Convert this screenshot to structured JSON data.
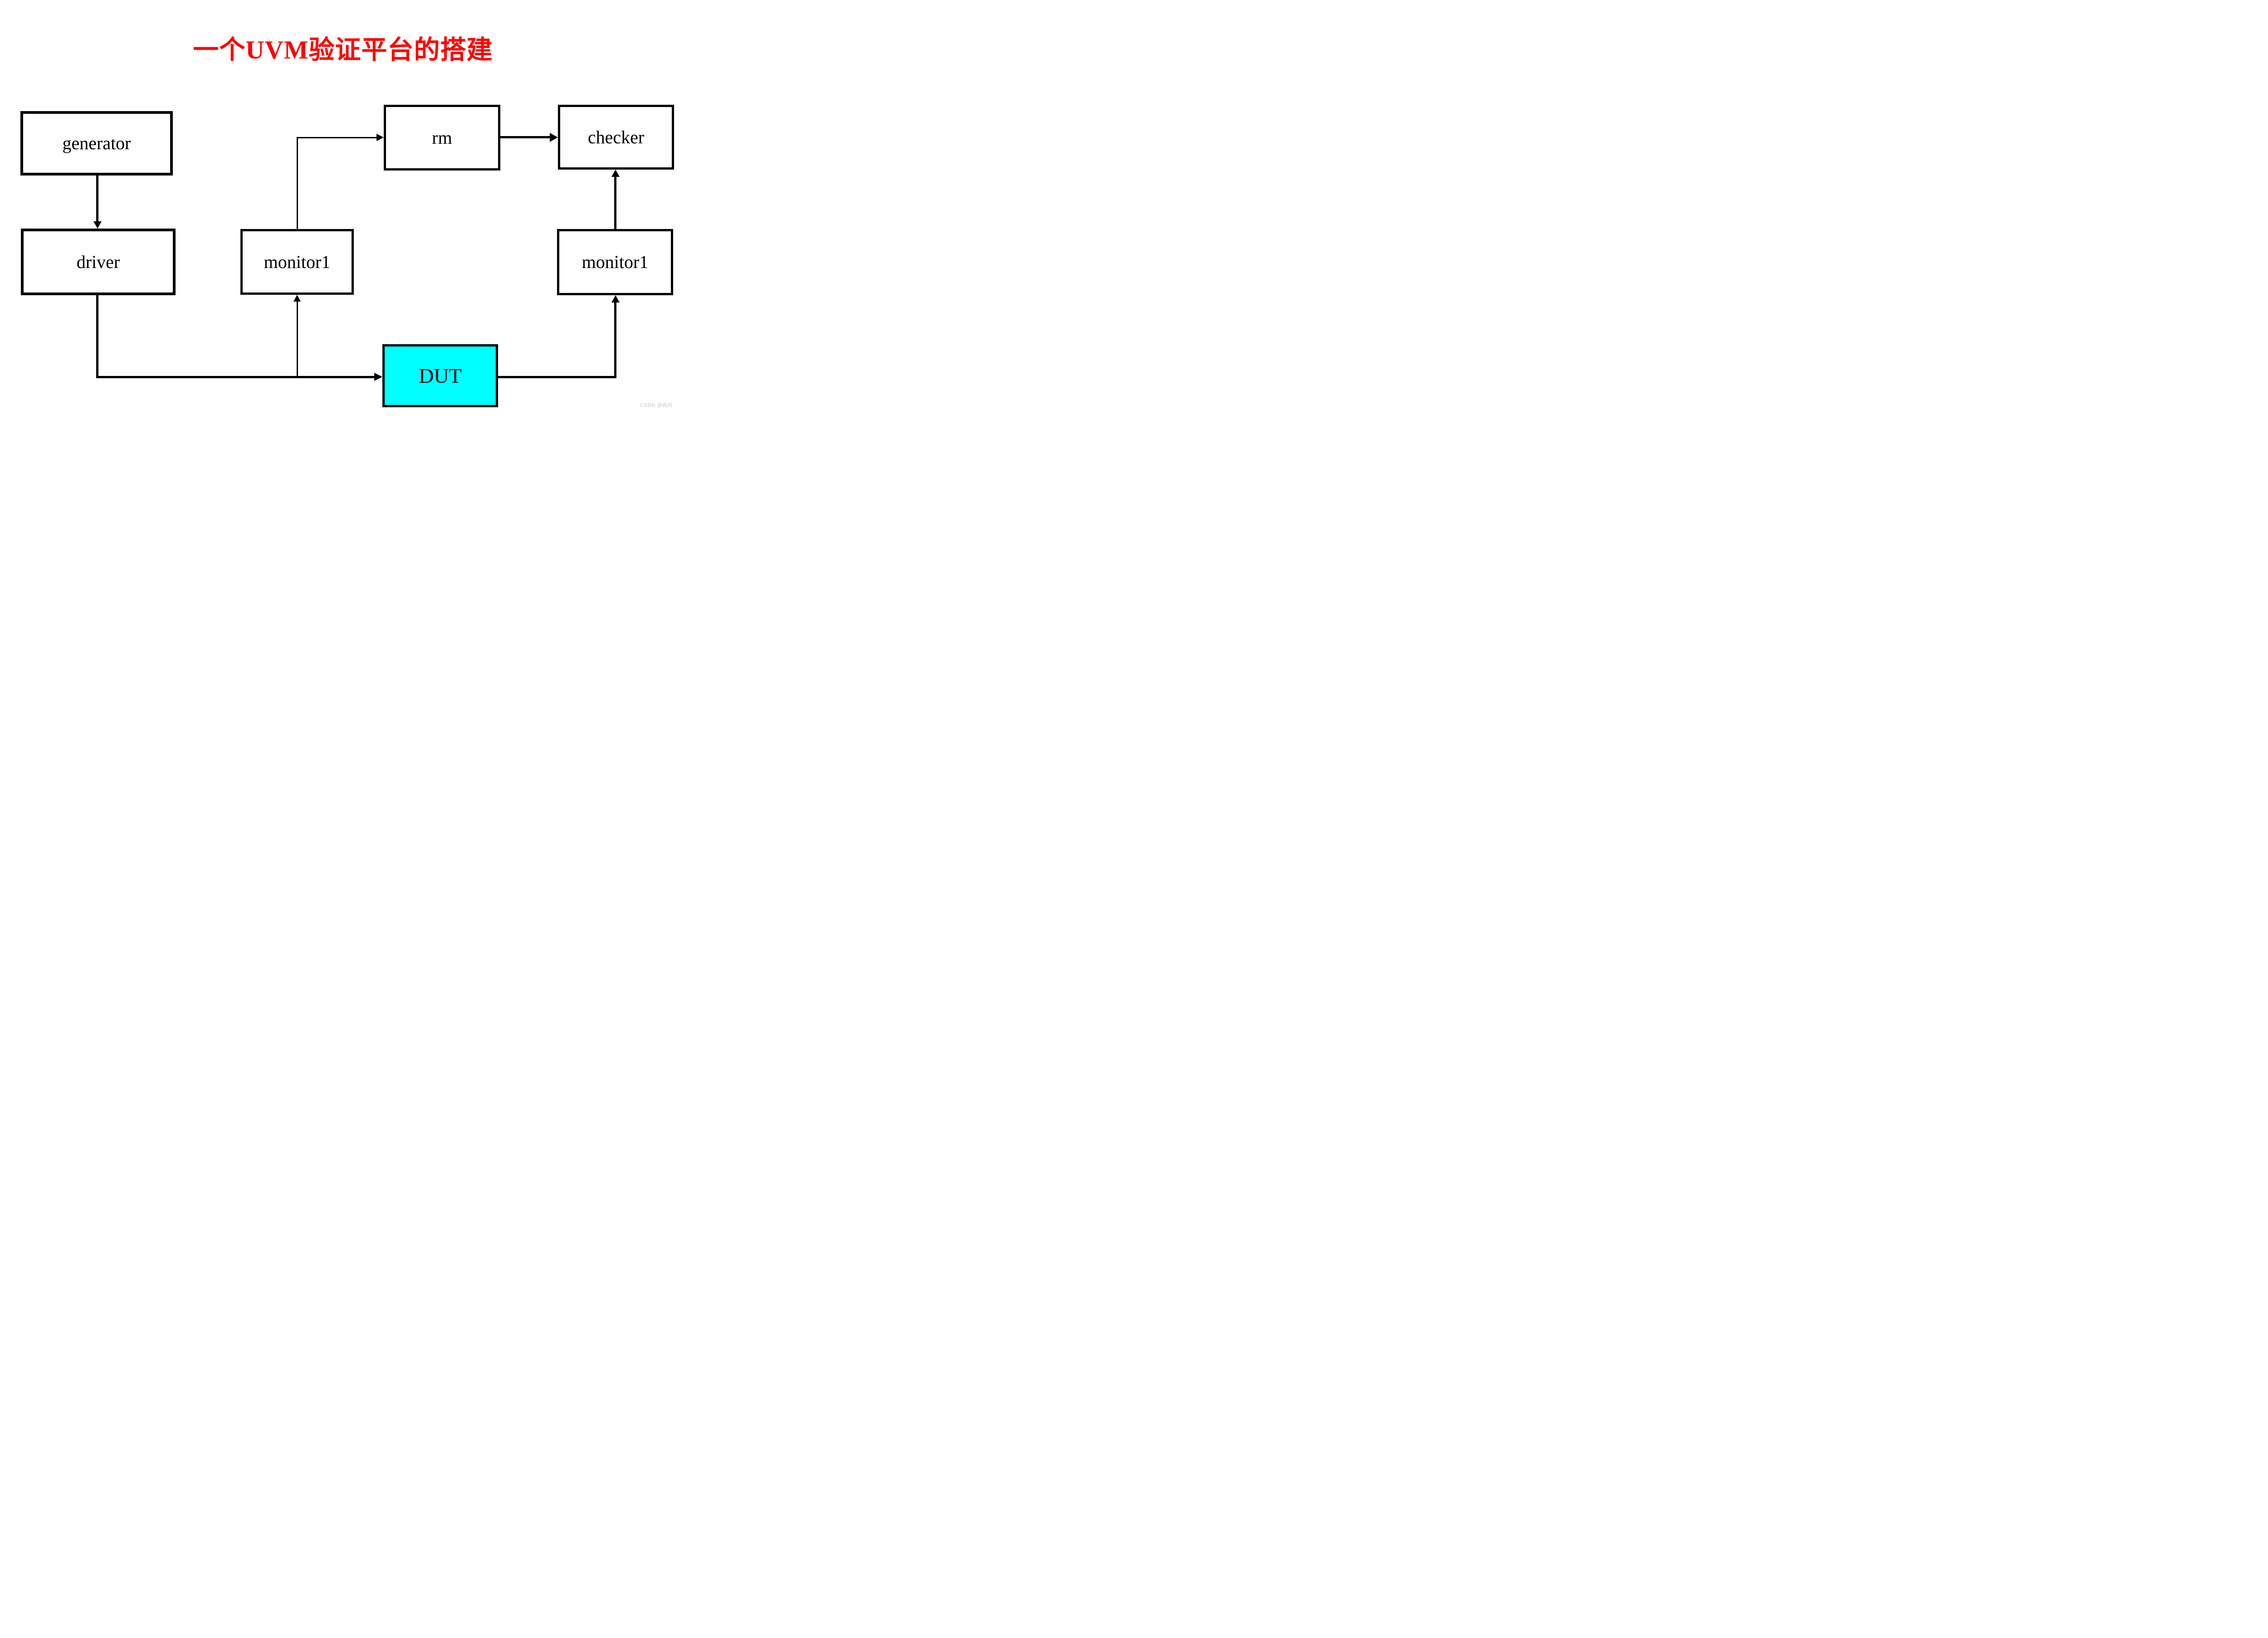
{
  "title": {
    "text": "一个UVM验证平台的搭建",
    "color": "#ff0000"
  },
  "watermark": {
    "text": "CSDN @向兴",
    "color": "#c4c4c4"
  },
  "colors": {
    "background": "#ffffff",
    "line": "#000000",
    "box_border": "#000000",
    "box_fill": "#ffffff",
    "dut_fill": "#00ffff"
  },
  "nodes": {
    "generator": {
      "label": "generator"
    },
    "driver": {
      "label": "driver"
    },
    "monitor1_mid": {
      "label": "monitor1"
    },
    "rm": {
      "label": "rm"
    },
    "checker": {
      "label": "checker"
    },
    "monitor1_right": {
      "label": "monitor1"
    },
    "dut": {
      "label": "DUT",
      "fill": "#00ffff"
    }
  },
  "edges": [
    {
      "from": "generator",
      "to": "driver",
      "style": "straight-down"
    },
    {
      "from": "driver",
      "to": "dut",
      "style": "down-then-right"
    },
    {
      "from": "driver-dut-line",
      "to": "monitor1_mid",
      "style": "branch-up"
    },
    {
      "from": "monitor1_mid",
      "to": "rm",
      "style": "up-then-right"
    },
    {
      "from": "rm",
      "to": "checker",
      "style": "straight-right"
    },
    {
      "from": "dut",
      "to": "monitor1_right",
      "style": "right-then-up"
    },
    {
      "from": "monitor1_right",
      "to": "checker",
      "style": "straight-up"
    }
  ]
}
